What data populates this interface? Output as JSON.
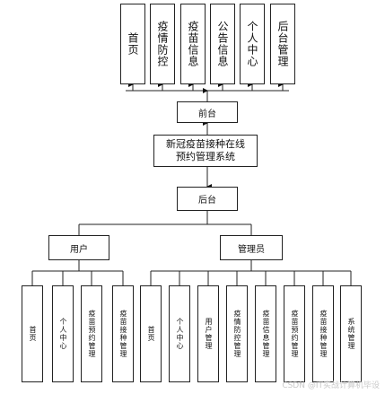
{
  "top_modules": [
    "首页",
    "疫情防控",
    "疫苗信息",
    "公告信息",
    "个人中心",
    "后台管理"
  ],
  "frontend": "前台",
  "system_title": "新冠疫苗接种在线预约管理系统",
  "backend": "后台",
  "user_role": {
    "label": "用户",
    "modules": [
      "首页",
      "个人中心",
      "疫苗预约管理",
      "疫苗接种管理"
    ]
  },
  "admin_role": {
    "label": "管理员",
    "modules": [
      "首页",
      "个人中心",
      "用户管理",
      "疫情防控管理",
      "疫苗信息管理",
      "疫苗预约管理",
      "疫苗接种管理",
      "系统管理"
    ]
  },
  "watermark": "CSDN @IT实战计算机毕设"
}
